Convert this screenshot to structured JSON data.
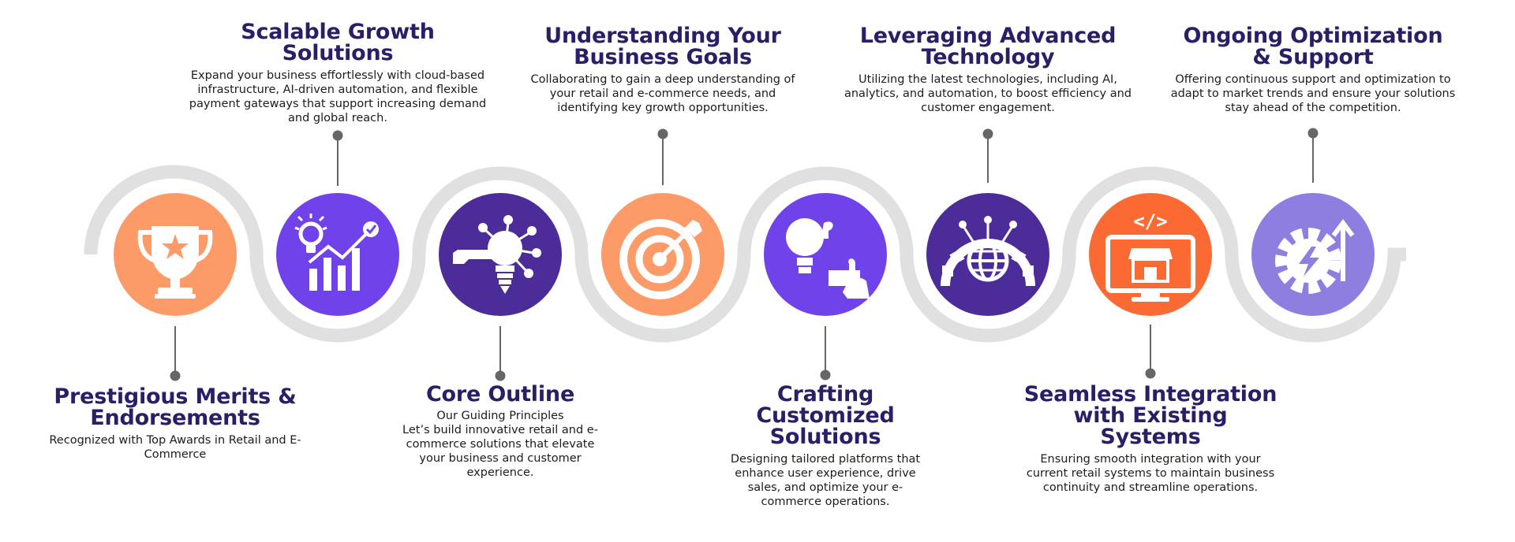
{
  "colors": {
    "track": "#e0e0e0",
    "title": "#2a1f66",
    "connector": "#666666",
    "icon_fill": "#ffffff"
  },
  "steps": [
    {
      "title": "Prestigious Merits & Endorsements",
      "title_lines": [
        "Prestigious Merits &",
        "Endorsements"
      ],
      "description": "Recognized with Top Awards in Retail and E-Commerce",
      "icon": "trophy-icon",
      "circle_color": "#fc9b68"
    },
    {
      "title": "Scalable Growth Solutions",
      "title_lines": [
        "Scalable Growth",
        "Solutions"
      ],
      "description": "Expand your business effortlessly with cloud-based infrastructure, AI-driven automation, and flexible payment gateways that support increasing demand and global reach.",
      "icon": "growth-chart-icon",
      "circle_color": "#7043ea"
    },
    {
      "title": "Core Outline",
      "title_lines": [
        "Core Outline"
      ],
      "subtitle": "Our Guiding Principles",
      "description": "Let’s build innovative retail and e-commerce solutions that elevate your business and customer experience.",
      "icon": "idea-network-icon",
      "circle_color": "#4b2c99"
    },
    {
      "title": "Understanding Your Business Goals",
      "title_lines": [
        "Understanding Your",
        "Business Goals"
      ],
      "description": "Collaborating to gain a deep understanding of your retail and e-commerce needs, and identifying key growth opportunities.",
      "icon": "target-icon",
      "circle_color": "#fc9b68"
    },
    {
      "title": "Crafting Customized Solutions",
      "title_lines": [
        "Crafting Customized",
        "Solutions"
      ],
      "description": "Designing tailored platforms that enhance user experience, drive sales, and optimize your e-commerce operations.",
      "icon": "puzzle-idea-icon",
      "circle_color": "#7043ea"
    },
    {
      "title": "Leveraging Advanced Technology",
      "title_lines": [
        "Leveraging Advanced",
        "Technology"
      ],
      "description": "Utilizing the latest technologies, including AI, analytics, and automation, to boost efficiency and customer engagement.",
      "icon": "globe-gear-icon",
      "circle_color": "#4b2c99"
    },
    {
      "title": "Seamless Integration with Existing Systems",
      "title_lines": [
        "Seamless Integration",
        "with Existing Systems"
      ],
      "description": "Ensuring smooth integration with your current retail systems to maintain business continuity and streamline operations.",
      "icon": "store-monitor-icon",
      "circle_color": "#fc6a33"
    },
    {
      "title": "Ongoing Optimization & Support",
      "title_lines": [
        "Ongoing Optimization",
        "& Support"
      ],
      "description": "Offering continuous support and optimization to adapt to market trends and ensure your solutions stay ahead of the competition.",
      "icon": "gear-bolt-icon",
      "circle_color": "#8d7ee0"
    }
  ]
}
